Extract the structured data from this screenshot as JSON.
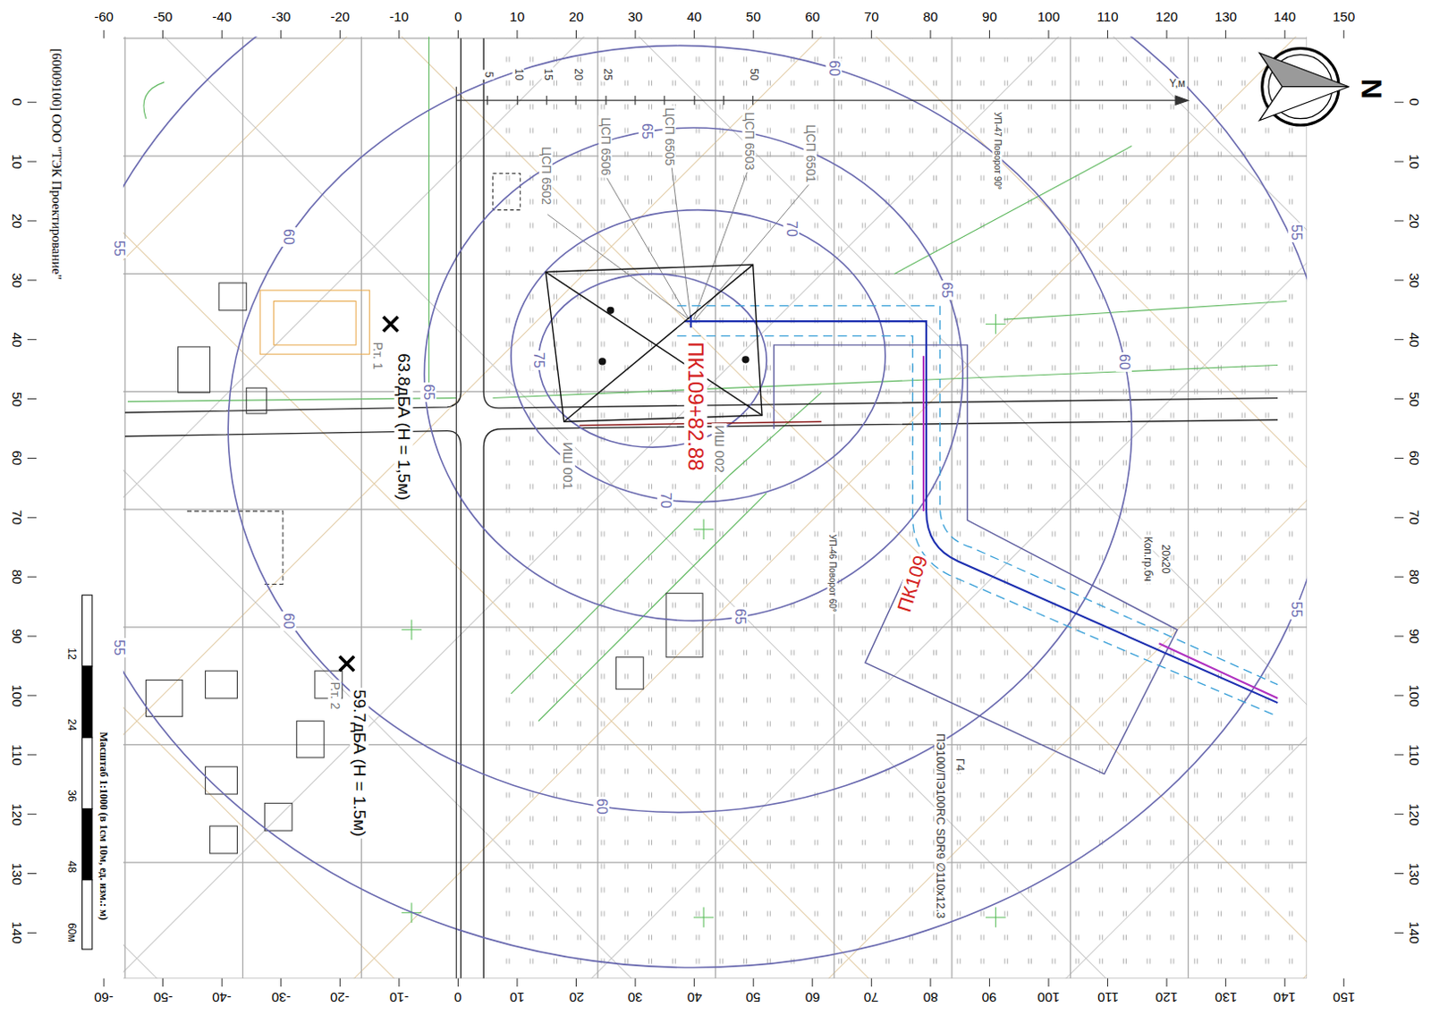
{
  "diagram": {
    "labels": [
      "-60",
      "-50",
      "-40",
      "-30",
      "-20",
      "-10",
      "0",
      "10",
      "20",
      "30",
      "40",
      "50",
      "60",
      "70",
      "80",
      "90",
      "100",
      "110",
      "120",
      "130",
      "140",
      "150",
      "-60",
      "-50",
      "-40",
      "-30",
      "-20",
      "-10",
      "0",
      "10",
      "20",
      "30",
      "40",
      "50",
      "60",
      "70",
      "80",
      "90",
      "100",
      "110",
      "120",
      "130",
      "140",
      "150",
      "0",
      "10",
      "20",
      "30",
      "40",
      "50",
      "60",
      "70",
      "80",
      "90",
      "100",
      "110",
      "120",
      "130",
      "140",
      "0",
      "10",
      "20",
      "30",
      "40",
      "50",
      "60",
      "70",
      "80",
      "90",
      "100",
      "110",
      "120",
      "130",
      "140",
      "N",
      "[60009100] ООО \"ТЭК Проектирование\"",
      "Масштаб 1:1000 (в 1см 10м, ед. изм.: м)",
      "12",
      "24",
      "36",
      "48",
      "60м",
      "Р.т. 1",
      "63.8дБА (Н = 1,5м)",
      "Р.т. 2",
      "59.7дБА (Н = 1.5м)",
      "ПК109+82.88",
      "ПК109",
      "ЦСП 6502",
      "ЦСП 6506",
      "ЦСП 6505",
      "ЦСП 6503",
      "ЦСП 6501",
      "ИШ 001",
      "ИШ 002",
      "УП-47 Поворот 90°",
      "УП-46 Поворот 60°",
      "ПЭ100/ПЭ100RC SDR9 ∅110x12.3",
      "Г4",
      "Коп.гр.бч",
      "20х20",
      "Y,м",
      "5",
      "10",
      "15",
      "20",
      "25",
      "50",
      "55",
      "55",
      "55",
      "55",
      "60",
      "60",
      "60",
      "60",
      "60",
      "65",
      "65",
      "65",
      "65",
      "70",
      "70",
      "75"
    ]
  }
}
